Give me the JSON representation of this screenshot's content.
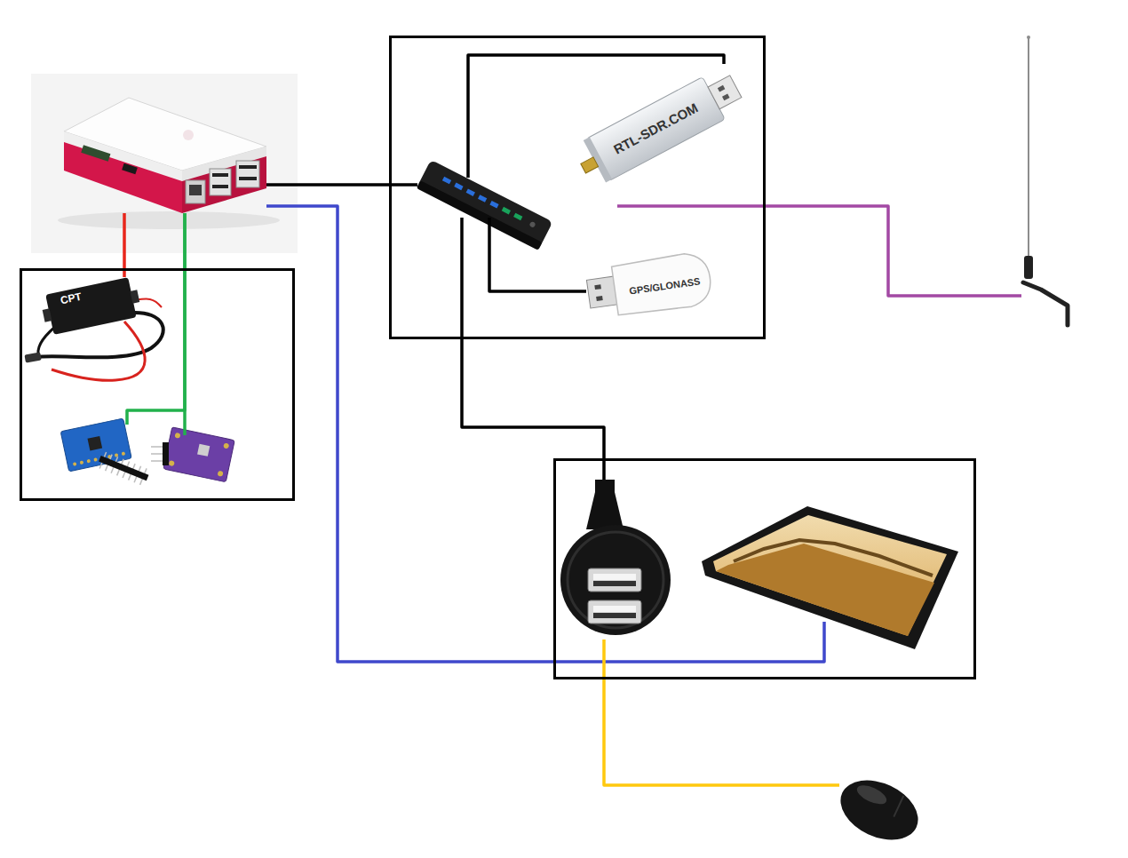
{
  "diagram": {
    "nodes": [
      {
        "text": []
      },
      {
        "text": []
      },
      {
        "text": [],
        "in": 1
      },
      {
        "text": [
          "RTL-SDR.COM"
        ],
        "in": 1
      },
      {
        "text": [
          "GPS/GLONASS"
        ],
        "in": 1
      },
      {
        "text": []
      },
      {
        "text": []
      },
      {
        "text": [
          "CPT"
        ],
        "in": 6
      },
      {
        "text": [],
        "in": 6
      },
      {
        "text": [],
        "in": 6
      },
      {
        "text": []
      },
      {
        "text": [],
        "in": 10
      },
      {
        "text": [],
        "in": 10
      },
      {
        "text": []
      }
    ],
    "edges": [
      {
        "from": 0,
        "to": 2,
        "arrow": "none"
      },
      {
        "from": 2,
        "to": 3,
        "arrow": "none"
      },
      {
        "from": 2,
        "to": 4,
        "arrow": "none"
      },
      {
        "from": 2,
        "to": 11,
        "arrow": "none"
      },
      {
        "from": 3,
        "to": 5,
        "arrow": "none"
      },
      {
        "from": 0,
        "to": 7,
        "arrow": "none"
      },
      {
        "from": 0,
        "to": 8,
        "arrow": "none"
      },
      {
        "from": 0,
        "to": 9,
        "arrow": "none"
      },
      {
        "from": 0,
        "to": 12,
        "arrow": "none"
      },
      {
        "from": 11,
        "to": 13,
        "arrow": "none"
      }
    ]
  }
}
